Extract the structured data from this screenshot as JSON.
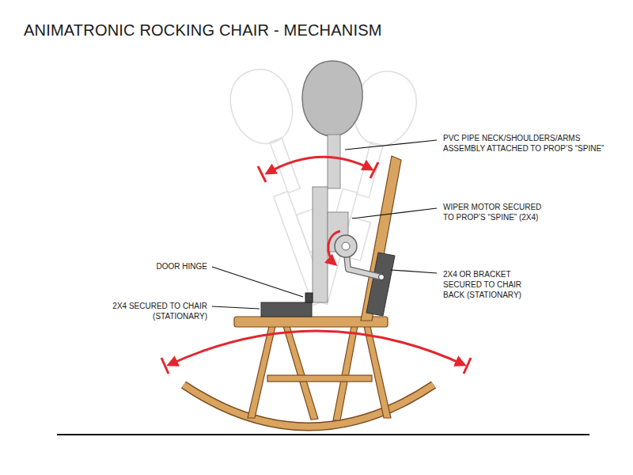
{
  "diagram": {
    "title": "ANIMATRONIC ROCKING CHAIR - MECHANISM",
    "labels": [
      "PVC PIPE NECK/SHOULDERS/ARMS ASSEMBLY ATTACHED TO PROP’S “SPINE”",
      "WIPER MOTOR SECURED TO PROP’S “SPINE” (2X4)",
      "DOOR HINGE",
      "2X4 OR BRACKET SECURED TO CHAIR BACK (STATIONARY)",
      "2X4 SECURED TO CHAIR (STATIONARY)"
    ]
  }
}
